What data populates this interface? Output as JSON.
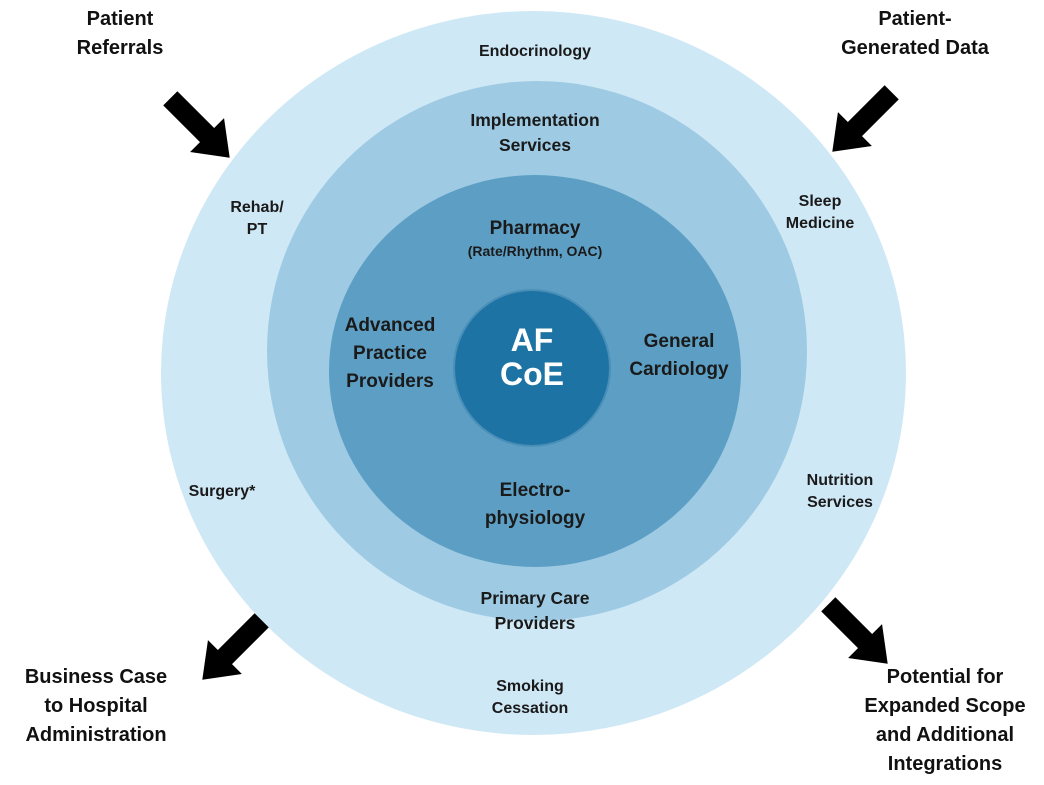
{
  "diagram": {
    "core": {
      "line1": "AF",
      "line2": "CoE"
    },
    "inner_ring": {
      "pharmacy": {
        "title": "Pharmacy",
        "subtitle": "(Rate/Rhythm, OAC)"
      },
      "advanced_practice": [
        "Advanced",
        "Practice",
        "Providers"
      ],
      "general_cardiology": [
        "General",
        "Cardiology"
      ],
      "electrophysiology": [
        "Electro-",
        "physiology"
      ]
    },
    "middle_ring": {
      "implementation": [
        "Implementation",
        "Services"
      ],
      "primary_care": [
        "Primary Care",
        "Providers"
      ]
    },
    "outer_ring": {
      "endocrinology": "Endocrinology",
      "rehab": [
        "Rehab/",
        "PT"
      ],
      "sleep": [
        "Sleep",
        "Medicine"
      ],
      "surgery": "Surgery*",
      "nutrition": [
        "Nutrition",
        "Services"
      ],
      "smoking": [
        "Smoking",
        "Cessation"
      ]
    },
    "corners": {
      "top_left": [
        "Patient",
        "Referrals"
      ],
      "top_right": [
        "Patient-",
        "Generated Data"
      ],
      "bottom_left": [
        "Business Case",
        "to Hospital",
        "Administration"
      ],
      "bottom_right": [
        "Potential for",
        "Expanded Scope",
        "and Additional",
        "Integrations"
      ]
    },
    "colors": {
      "outer_ring": "#cfe8f6",
      "middle_ring": "#9ecbe3",
      "inner_ring": "#5d9fc4",
      "core": "#1c73a4",
      "arrows": "#000000"
    }
  }
}
